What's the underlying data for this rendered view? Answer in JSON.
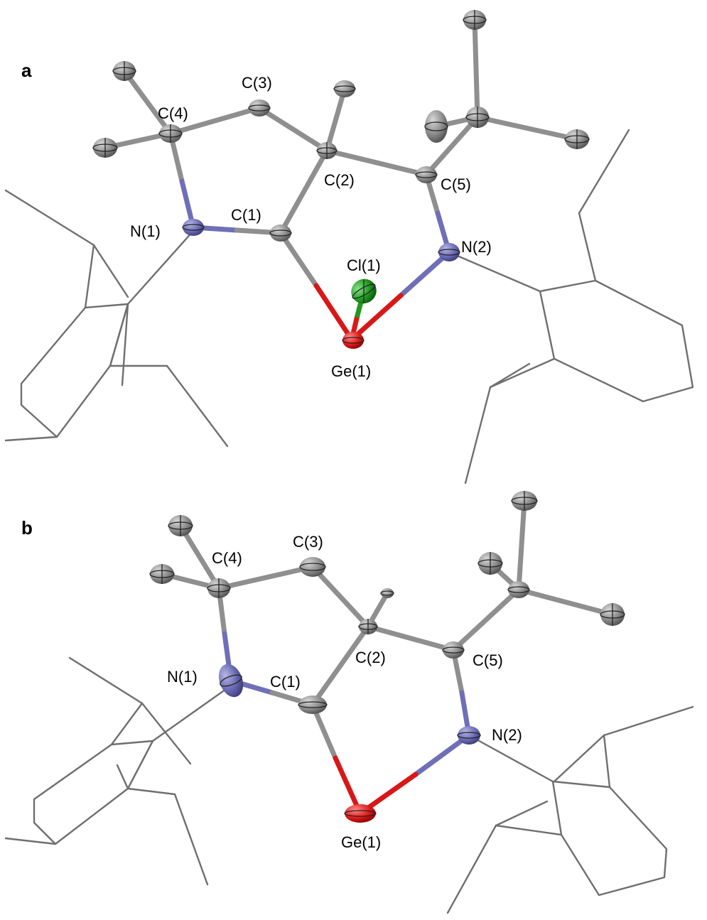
{
  "panels": [
    {
      "id": "a",
      "letter": "a",
      "labels": {
        "C4": "C(4)",
        "C3": "C(3)",
        "C2": "C(2)",
        "C5": "C(5)",
        "C1": "C(1)",
        "N1": "N(1)",
        "N2": "N(2)",
        "Cl1": "Cl(1)",
        "Ge1": "Ge(1)"
      }
    },
    {
      "id": "b",
      "letter": "b",
      "labels": {
        "C4": "C(4)",
        "C3": "C(3)",
        "C2": "C(2)",
        "C5": "C(5)",
        "C1": "C(1)",
        "N1": "N(1)",
        "N2": "N(2)",
        "Ge1": "Ge(1)"
      }
    }
  ],
  "element_colors": {
    "C": "#8f8f8f",
    "N": "#6f6fb8",
    "Ge": "#d81818",
    "Cl": "#1f9a1f",
    "aryl_wire": "#6f6f6f"
  }
}
